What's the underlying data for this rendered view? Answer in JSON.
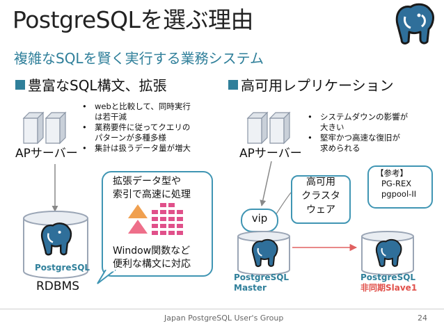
{
  "slide": {
    "title": "PostgreSQLを選ぶ理由",
    "subtitle": "複雑なSQLを賢く実行する業務システム",
    "footer": "Japan PostgreSQL User's Group",
    "page_number": "24"
  },
  "left": {
    "heading": "豊富なSQL構文、拡張",
    "bullets": [
      "webと比較して、同時実行は若干減",
      "業務要件に従ってクエリのパターンが多種多様",
      "集計は扱うデータ量が増大"
    ],
    "bullet_lines": [
      [
        "webと比較して、同時実行",
        "は若干減"
      ],
      [
        "業務要件に従ってクエリの",
        "パターンが多種多様"
      ],
      [
        "集計は扱うデータ量が増大"
      ]
    ],
    "server_label": "APサーバー",
    "db_name": "PostgreSQL",
    "db_caption": "RDBMS",
    "bubble_top": [
      "拡張データ型や",
      "索引で高速に処理"
    ],
    "bubble_bottom": [
      "Window関数など",
      "便利な構文に対応"
    ]
  },
  "right": {
    "heading": "高可用レプリケーション",
    "bullets": [
      "システムダウンの影響が大きい",
      "堅牢かつ高速な復旧が求められる"
    ],
    "bullet_lines": [
      [
        "システムダウンの影響が",
        "大きい"
      ],
      [
        "堅牢かつ高速な復旧が",
        "求められる"
      ]
    ],
    "server_label": "APサーバー",
    "vip": "vip",
    "cluster": [
      "高可用",
      "クラスタ",
      "ウェア"
    ],
    "note": [
      "【参考】",
      "PG-REX",
      "pgpool-II"
    ],
    "master": [
      "PostgreSQL",
      "Master"
    ],
    "slave": [
      "PostgreSQL",
      "非同期Slave1"
    ]
  },
  "colors": {
    "accent": "#2f7f9a",
    "bubble_border": "#3f95b3",
    "slave_red": "#e0504a",
    "arrow_red": "#e06060",
    "grid_pink": "#e0508a",
    "triangle_orange": "#f0a050",
    "triangle_pink": "#ee6f8a"
  }
}
